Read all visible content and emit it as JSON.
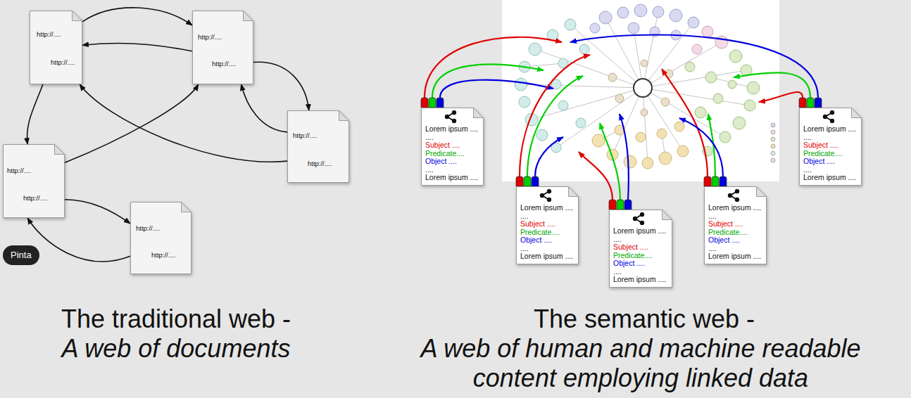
{
  "diagram": {
    "nodes": [
      {
        "text": [
          "http://....",
          "http://...."
        ]
      },
      {
        "text": [
          "http://....",
          "http://...."
        ]
      },
      {
        "text": [
          "http://....",
          "http://...."
        ]
      },
      {
        "text": [
          "http://....",
          "http://...."
        ]
      },
      {
        "text": [
          "http://....",
          "http://...."
        ]
      },
      {
        "text": [
          "Lorem ipsum ....",
          "....",
          "Subject ....",
          "Predicate....",
          "Object ....",
          "....",
          "Lorem ipsum ...."
        ]
      },
      {
        "text": [
          "Lorem ipsum ....",
          "....",
          "Subject ....",
          "Predicate....",
          "Object ....",
          "....",
          "Lorem ipsum ...."
        ]
      },
      {
        "text": [
          "Lorem ipsum ....",
          "....",
          "Subject ....",
          "Predicate....",
          "Object ....",
          "....",
          "Lorem ipsum ...."
        ]
      },
      {
        "text": [
          "Lorem ipsum ....",
          "....",
          "Subject ....",
          "Predicate....",
          "Object ....",
          "....",
          "Lorem ipsum ...."
        ]
      },
      {
        "text": [
          "Lorem ipsum ....",
          "....",
          "Subject ....",
          "Predicate....",
          "Object ....",
          "....",
          "Lorem ipsum ...."
        ]
      }
    ],
    "edges": [
      {
        "from": 0,
        "to": 1,
        "arrow": "to"
      },
      {
        "from": 1,
        "to": 0,
        "arrow": "to"
      },
      {
        "from": 0,
        "to": 3,
        "arrow": "to"
      },
      {
        "from": 3,
        "to": 1,
        "arrow": "to"
      },
      {
        "from": 1,
        "to": 2,
        "arrow": "to"
      },
      {
        "from": 2,
        "to": 1,
        "arrow": "to"
      },
      {
        "from": 2,
        "to": 0,
        "arrow": "to"
      },
      {
        "from": 3,
        "to": 4,
        "arrow": "to"
      },
      {
        "from": 4,
        "to": 3,
        "arrow": "to"
      }
    ],
    "labels": [
      "Pinta",
      "The traditional web -",
      "A web of documents",
      "The semantic web -",
      "A web of human and machine readable content employing linked data"
    ]
  }
}
